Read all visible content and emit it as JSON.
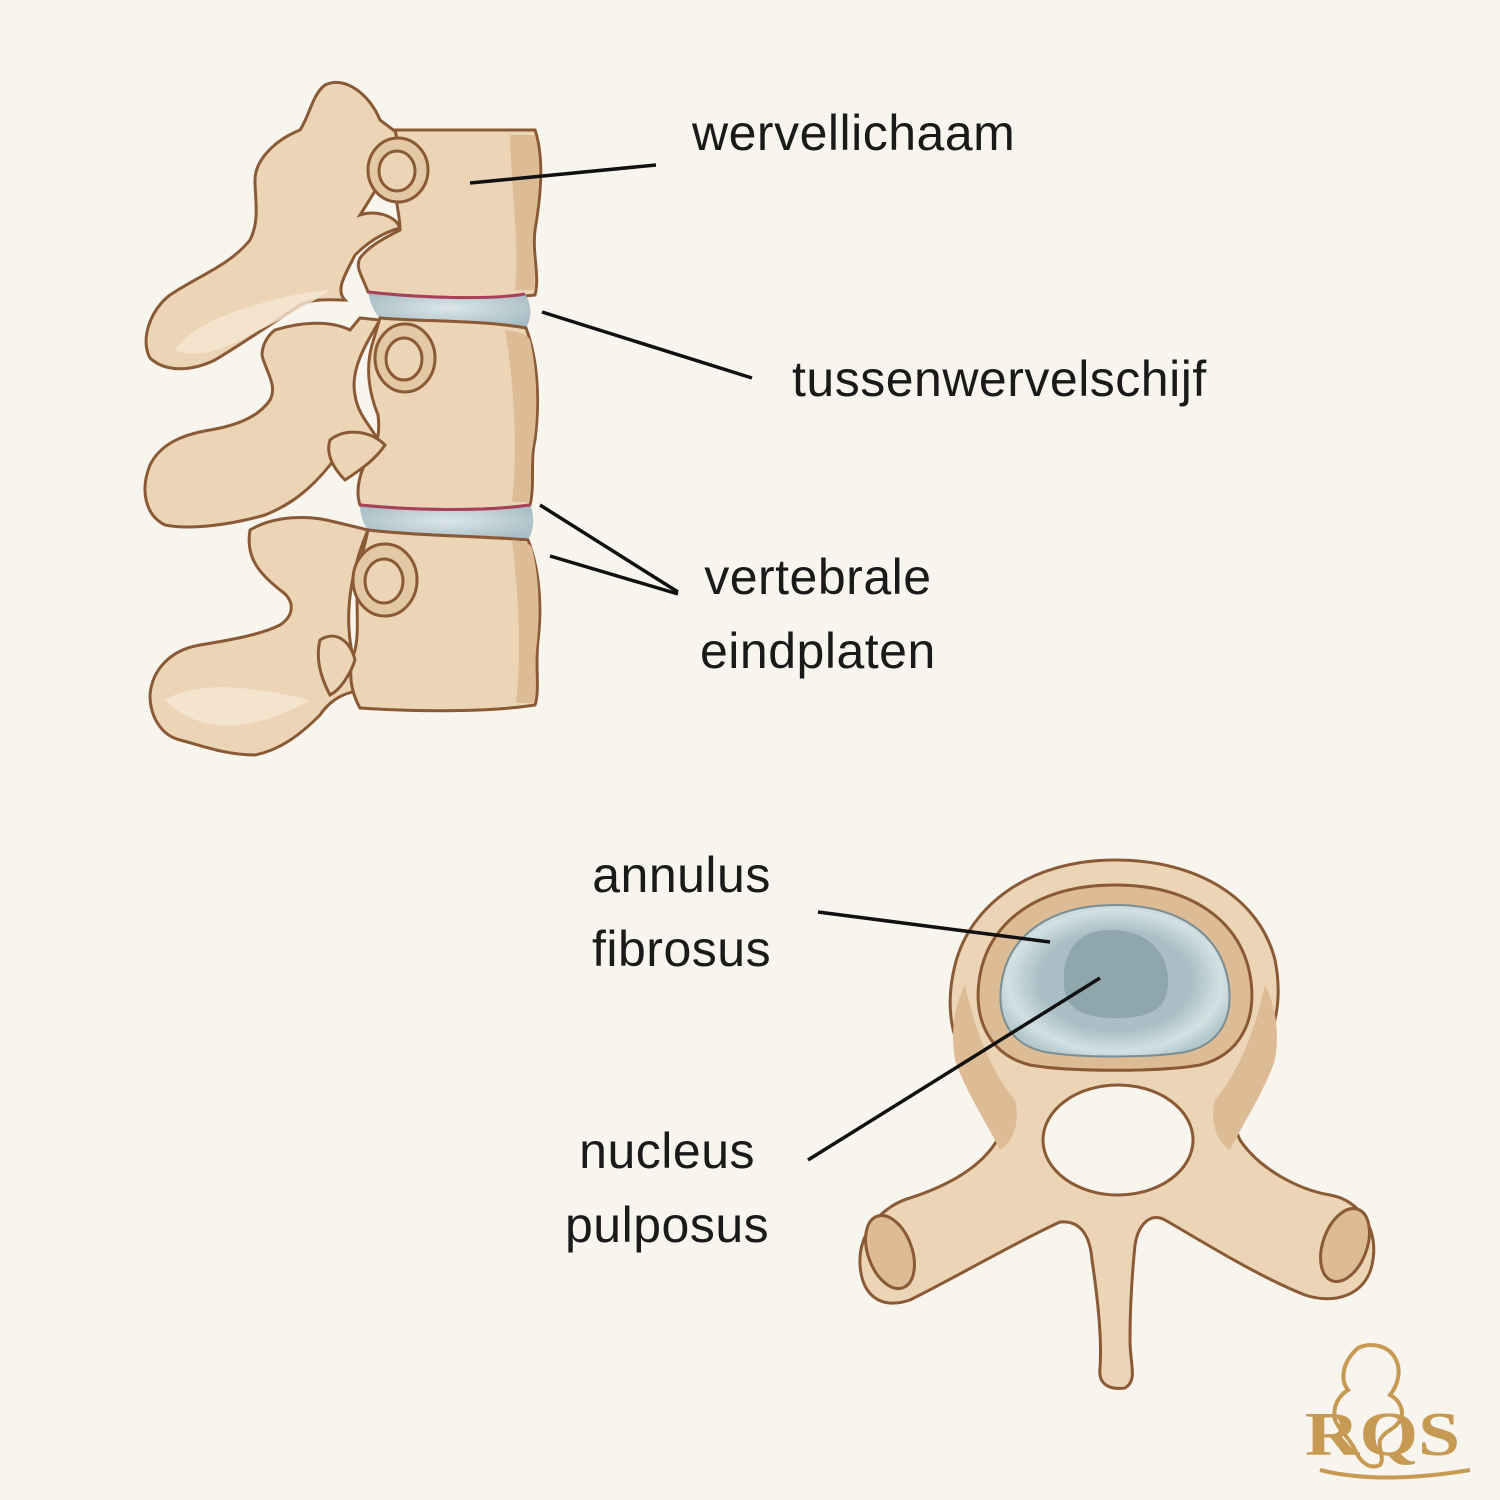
{
  "labels": {
    "vertebral_body": "wervellichaam",
    "intervertebral_disc": "tussenwervelschijf",
    "endplates_line1": "vertebrale",
    "endplates_line2": "eindplaten",
    "annulus_line1": "annulus",
    "annulus_line2": "fibrosus",
    "nucleus_line1": "nucleus",
    "nucleus_line2": "pulposus"
  },
  "logo": {
    "letters": "RQS"
  },
  "colors": {
    "background": "#f8f4ee",
    "bone_fill": "#ecd4b6",
    "bone_shadow": "#dcbb95",
    "bone_outline": "#8a5a35",
    "disc_fill": "#b9ccd2",
    "disc_outline": "#a8405a",
    "nucleus_fill": "#8fa6ad",
    "annulus_fill": "#b6c8cd",
    "leader_line": "#111111",
    "logo_gold": "#c79a53"
  }
}
